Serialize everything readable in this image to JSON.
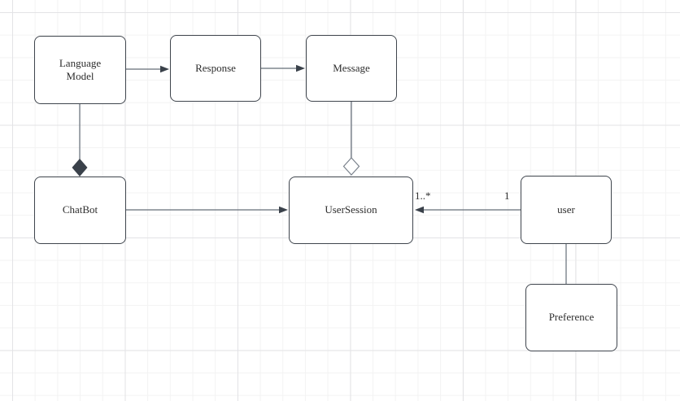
{
  "diagram": {
    "type": "uml-class-diagram",
    "nodes": [
      {
        "id": "language-model",
        "label": "Language Model"
      },
      {
        "id": "response",
        "label": "Response"
      },
      {
        "id": "message",
        "label": "Message"
      },
      {
        "id": "chatbot",
        "label": "ChatBot"
      },
      {
        "id": "user-session",
        "label": "UserSession"
      },
      {
        "id": "user",
        "label": "user"
      },
      {
        "id": "preference",
        "label": "Preference"
      }
    ],
    "edges": [
      {
        "from": "Language Model",
        "to": "Response",
        "type": "directed-association"
      },
      {
        "from": "Response",
        "to": "Message",
        "type": "directed-association"
      },
      {
        "from": "Language Model",
        "to": "ChatBot",
        "type": "composition",
        "diamond_at": "ChatBot"
      },
      {
        "from": "Message",
        "to": "UserSession",
        "type": "aggregation",
        "diamond_at": "UserSession"
      },
      {
        "from": "ChatBot",
        "to": "UserSession",
        "type": "directed-association"
      },
      {
        "from": "user",
        "to": "UserSession",
        "type": "directed-association",
        "source_multiplicity": "1",
        "target_multiplicity": "1..*"
      },
      {
        "from": "user",
        "to": "Preference",
        "type": "association"
      }
    ],
    "edge_labels": {
      "session_multiplicity": "1..*",
      "user_multiplicity": "1"
    },
    "colors": {
      "node_fill": "#ffffff",
      "node_border": "#3f454d",
      "connector": "#646d78",
      "arrowhead_fill": "#3a414a",
      "composition_diamond_fill": "#3a414a",
      "aggregation_diamond_stroke": "#7a828c",
      "grid_minor": "#f3f3f3",
      "grid_major": "#e3e3e6",
      "text": "#2e2e2e"
    }
  }
}
